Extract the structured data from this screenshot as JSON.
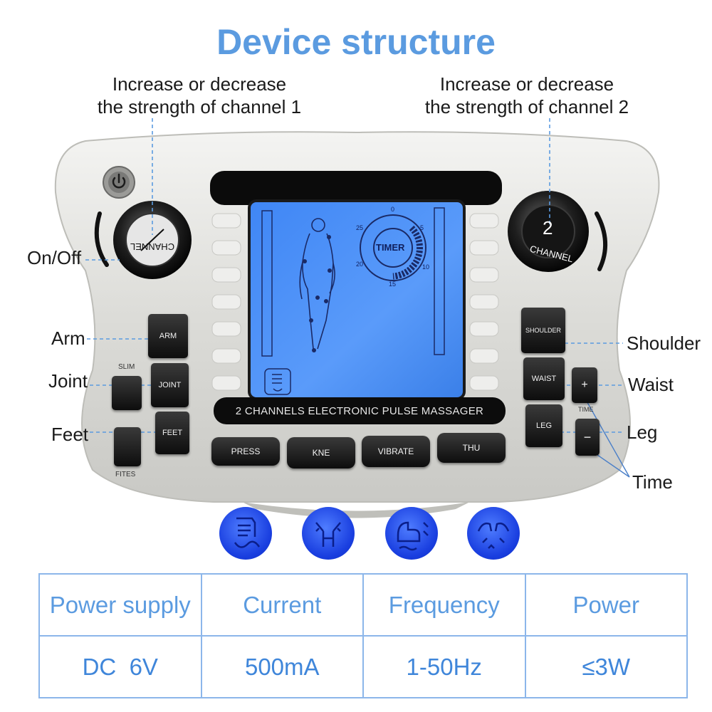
{
  "title": "Device structure",
  "callouts": {
    "channel1": [
      "Increase or decrease",
      "the strength of channel 1"
    ],
    "channel2": [
      "Increase or decrease",
      "the strength of channel 2"
    ]
  },
  "labels": {
    "on_off": "On/Off",
    "arm": "Arm",
    "joint": "Joint",
    "feet": "Feet",
    "shoulder": "Shoulder",
    "waist": "Waist",
    "leg": "Leg",
    "time": "Time"
  },
  "device": {
    "knob1_text": "CHANNEL",
    "knob2_number": "2",
    "knob2_text": "CHANNEL",
    "lcd": {
      "timer_label": "TIMER",
      "dial_numbers": [
        "0",
        "5",
        "10",
        "15",
        "20",
        "25"
      ]
    },
    "strip_text": "2 CHANNELS ELECTRONIC PULSE MASSAGER",
    "buttons": {
      "arm": "ARM",
      "joint": "JOINT",
      "feet": "FEET",
      "shoulder": "SHOULDER",
      "waist": "WAIST",
      "leg": "LEG",
      "time_plus": "+",
      "time_minus": "−",
      "press": "PRESS",
      "kne": "KNE",
      "vibrate": "VIBRATE",
      "thu": "THU"
    },
    "small_labels": {
      "slim": "SLIM",
      "fites": "FITES",
      "time": "TIME"
    }
  },
  "icons": [
    "massage-mode-1-icon",
    "massage-mode-2-icon",
    "massage-mode-3-icon",
    "massage-mode-4-icon"
  ],
  "colors": {
    "accent": "#5b9be0",
    "table_border": "#8cb6ea",
    "lcd_blue": "#4a8cf8",
    "icon_blue": "#1a3fe0"
  },
  "specs": {
    "headers": [
      "Power supply",
      "Current",
      "Frequency",
      "Power"
    ],
    "values": [
      "DC  6V",
      "500mA",
      "1-50Hz",
      "≤3W"
    ]
  }
}
